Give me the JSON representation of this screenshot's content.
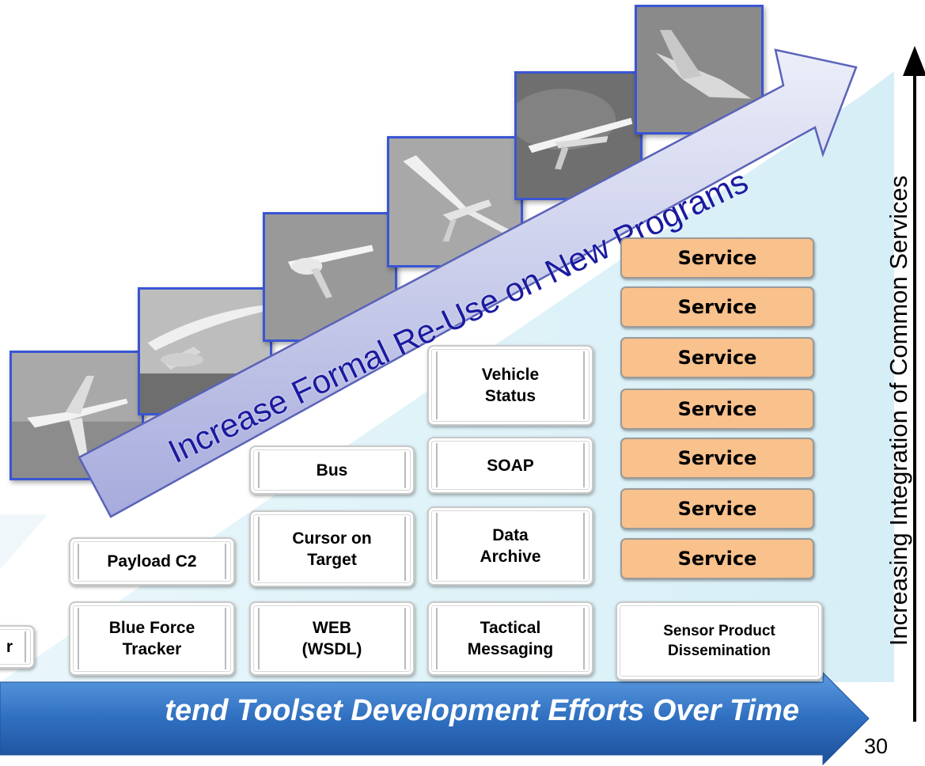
{
  "diagram": {
    "diagonal_arrow_label": "Increase Formal Re-Use on New Programs",
    "bottom_arrow_label": "tend Toolset Development Efforts Over Time",
    "vertical_axis_label": "Increasing Integration of Common Services",
    "page_number": "30",
    "aircraft_photos": [
      "uav-photo-1",
      "uav-photo-2",
      "uav-photo-3",
      "uav-photo-4",
      "uav-photo-5",
      "uav-photo-6"
    ],
    "columns": [
      {
        "partial_box": "r"
      },
      {
        "boxes": [
          "Blue Force\nTracker",
          "Payload C2"
        ]
      },
      {
        "boxes": [
          "WEB\n(WSDL)",
          "Cursor on\nTarget",
          "Bus"
        ]
      },
      {
        "boxes": [
          "Tactical\nMessaging",
          "Data\nArchive",
          "SOAP",
          "Vehicle\nStatus"
        ]
      },
      {
        "boxes": [
          "Sensor Product\nDissemination"
        ]
      }
    ],
    "services": [
      "Service",
      "Service",
      "Service",
      "Service",
      "Service",
      "Service",
      "Service"
    ]
  },
  "colors": {
    "photo_border": "#3a55d4",
    "service_fill": "#f9c18c",
    "bottom_arrow": "#2e6ab3",
    "diagonal_arrow": "#b9bde6",
    "background_wedge": "#dff2f8"
  }
}
